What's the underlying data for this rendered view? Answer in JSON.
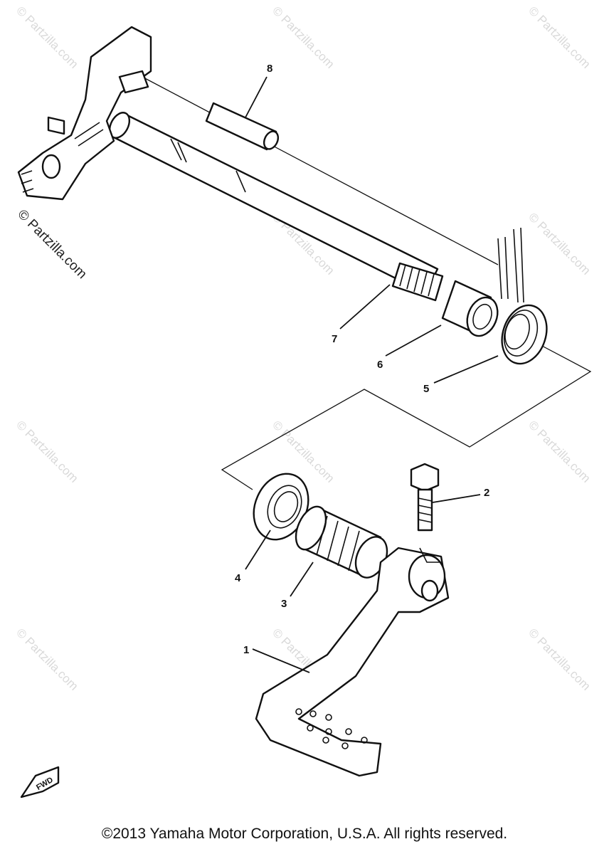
{
  "watermark": "© Partzilla.com",
  "copyright": "©2013 Yamaha Motor Corporation, U.S.A. All rights reserved.",
  "fwd_label": "FWD",
  "callouts": [
    "1",
    "2",
    "3",
    "4",
    "5",
    "6",
    "7",
    "8"
  ]
}
